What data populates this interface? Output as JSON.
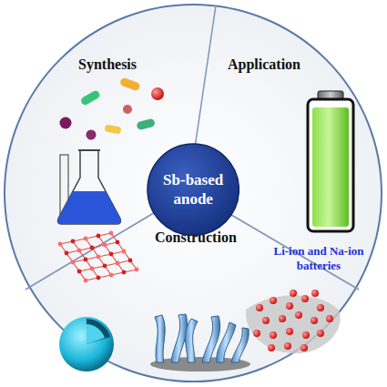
{
  "diagram": {
    "nodes": [
      {
        "text": [
          "Sb-based anode"
        ]
      }
    ],
    "labels": [
      "Synthesis",
      "Application",
      "Li-ion and Na-ion batteries",
      "Construction"
    ]
  }
}
